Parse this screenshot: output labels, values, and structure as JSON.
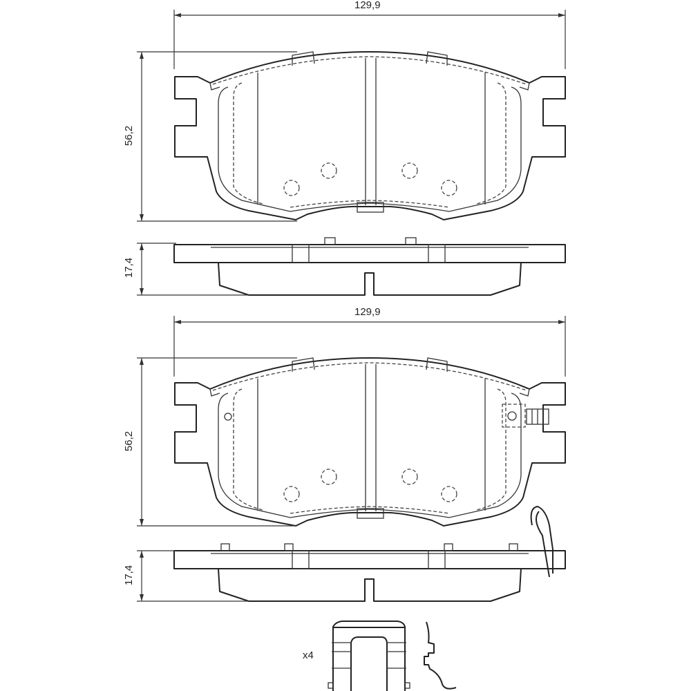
{
  "drawing": {
    "views": [
      {
        "name": "pad-inner",
        "width_dim": "129,9",
        "height_dim": "56,2",
        "thickness_dim": "17,4"
      },
      {
        "name": "pad-outer-with-sensor",
        "width_dim": "129,9",
        "height_dim": "56,2",
        "thickness_dim": "17,4"
      }
    ],
    "accessory_quantity": "x4"
  }
}
